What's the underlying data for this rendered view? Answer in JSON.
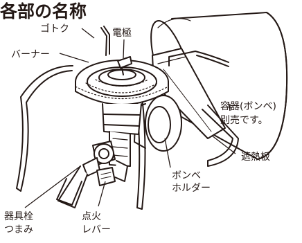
{
  "title": "各部の名称",
  "labels": {
    "gotoku": "ゴトク",
    "denkyoku": "電極",
    "burner": "バーナー",
    "container_1": "容器(ボンベ)",
    "container_2": "別売です。",
    "shanetsu": "遮熱板",
    "bombe_holder_1": "ボンベ",
    "bombe_holder_2": "ホルダー",
    "kigusen_1": "器具栓",
    "kigusen_2": "つまみ",
    "tenka_1": "点火",
    "tenka_2": "レバー"
  }
}
